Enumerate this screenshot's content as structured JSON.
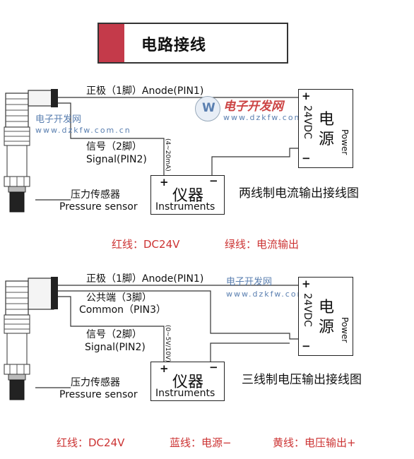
{
  "title": "电路接线",
  "watermark": {
    "site_cn": "电子开发网",
    "site_url": "www.dzkfw.com.cn",
    "logo_text": "电子开发网"
  },
  "diagram1": {
    "anode_label": "正极（1脚）Anode(PIN1)",
    "signal_label_cn": "信号（2脚）",
    "signal_label_en": "Signal(PIN2)",
    "signal_range": "(4~20mA)",
    "sensor_label_cn": "压力传感器",
    "sensor_label_en": "Pressure sensor",
    "instrument_cn": "仪器",
    "instrument_en": "Instruments",
    "power_cn_1": "电",
    "power_cn_2": "源",
    "power_voltage": "24VDC",
    "power_en": "Power",
    "plus": "+",
    "minus": "−",
    "caption": "两线制电流输出接线图",
    "legend_red": "红线：DC24V",
    "legend_green": "绿线：电流输出"
  },
  "diagram2": {
    "anode_label": "正极（1脚）Anode(PIN1)",
    "common_label_cn": "公共端（3脚）",
    "common_label_en": "Common（PIN3）",
    "signal_label_cn": "信号（2脚）",
    "signal_label_en": "Signal(PIN2)",
    "signal_range": "(0~5V/10V)",
    "sensor_label_cn": "压力传感器",
    "sensor_label_en": "Pressure sensor",
    "instrument_cn": "仪器",
    "instrument_en": "Instruments",
    "power_cn_1": "电",
    "power_cn_2": "源",
    "power_voltage": "24VDC",
    "power_en": "Power",
    "plus": "+",
    "minus": "−",
    "caption": "三线制电压输出接线图",
    "legend_red": "红线：DC24V",
    "legend_blue": "蓝线：电源−",
    "legend_yellow": "黄线：电压输出+"
  }
}
